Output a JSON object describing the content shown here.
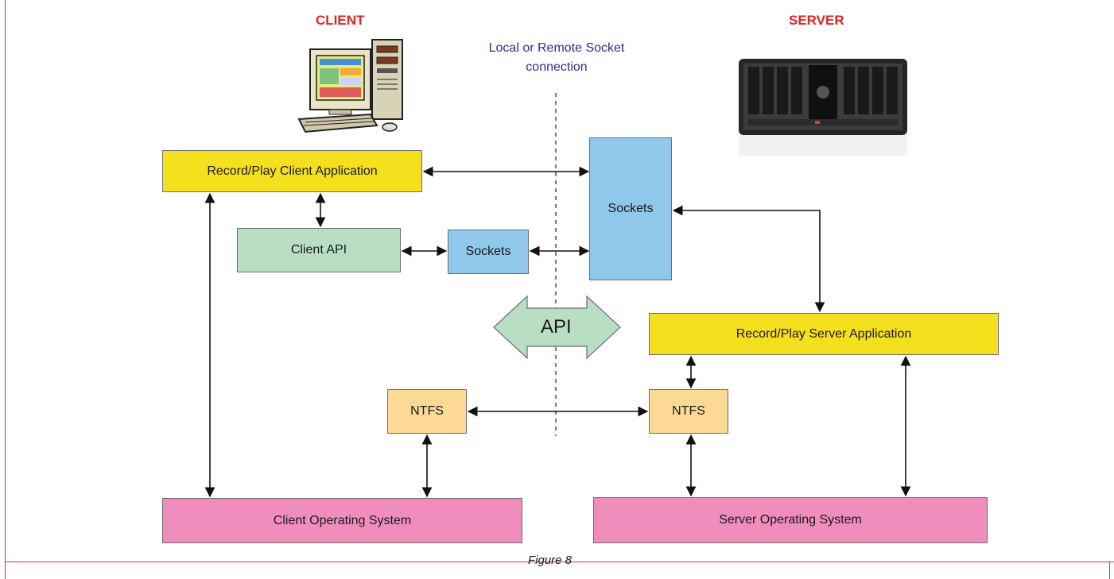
{
  "headers": {
    "client": "CLIENT",
    "server": "SERVER"
  },
  "connection_label": [
    "Local or Remote Socket",
    "connection"
  ],
  "boxes": {
    "client_app": "Record/Play Client Application",
    "client_api": "Client API",
    "client_sockets": "Sockets",
    "server_sockets": "Sockets",
    "api": "API",
    "server_app": "Record/Play Server Application",
    "client_ntfs": "NTFS",
    "server_ntfs": "NTFS",
    "client_os": "Client Operating System",
    "server_os": "Server Operating System"
  },
  "caption": "Figure 8",
  "colors": {
    "application": "#f5e01e",
    "api": "#b8dfc4",
    "sockets": "#8fc8ea",
    "ntfs": "#fdd996",
    "os": "#ef8ebc",
    "header_red": "#e32222",
    "connection_blue": "#2a2f8f"
  },
  "images": [
    "desktop-computer-icon",
    "server-rack-image"
  ]
}
